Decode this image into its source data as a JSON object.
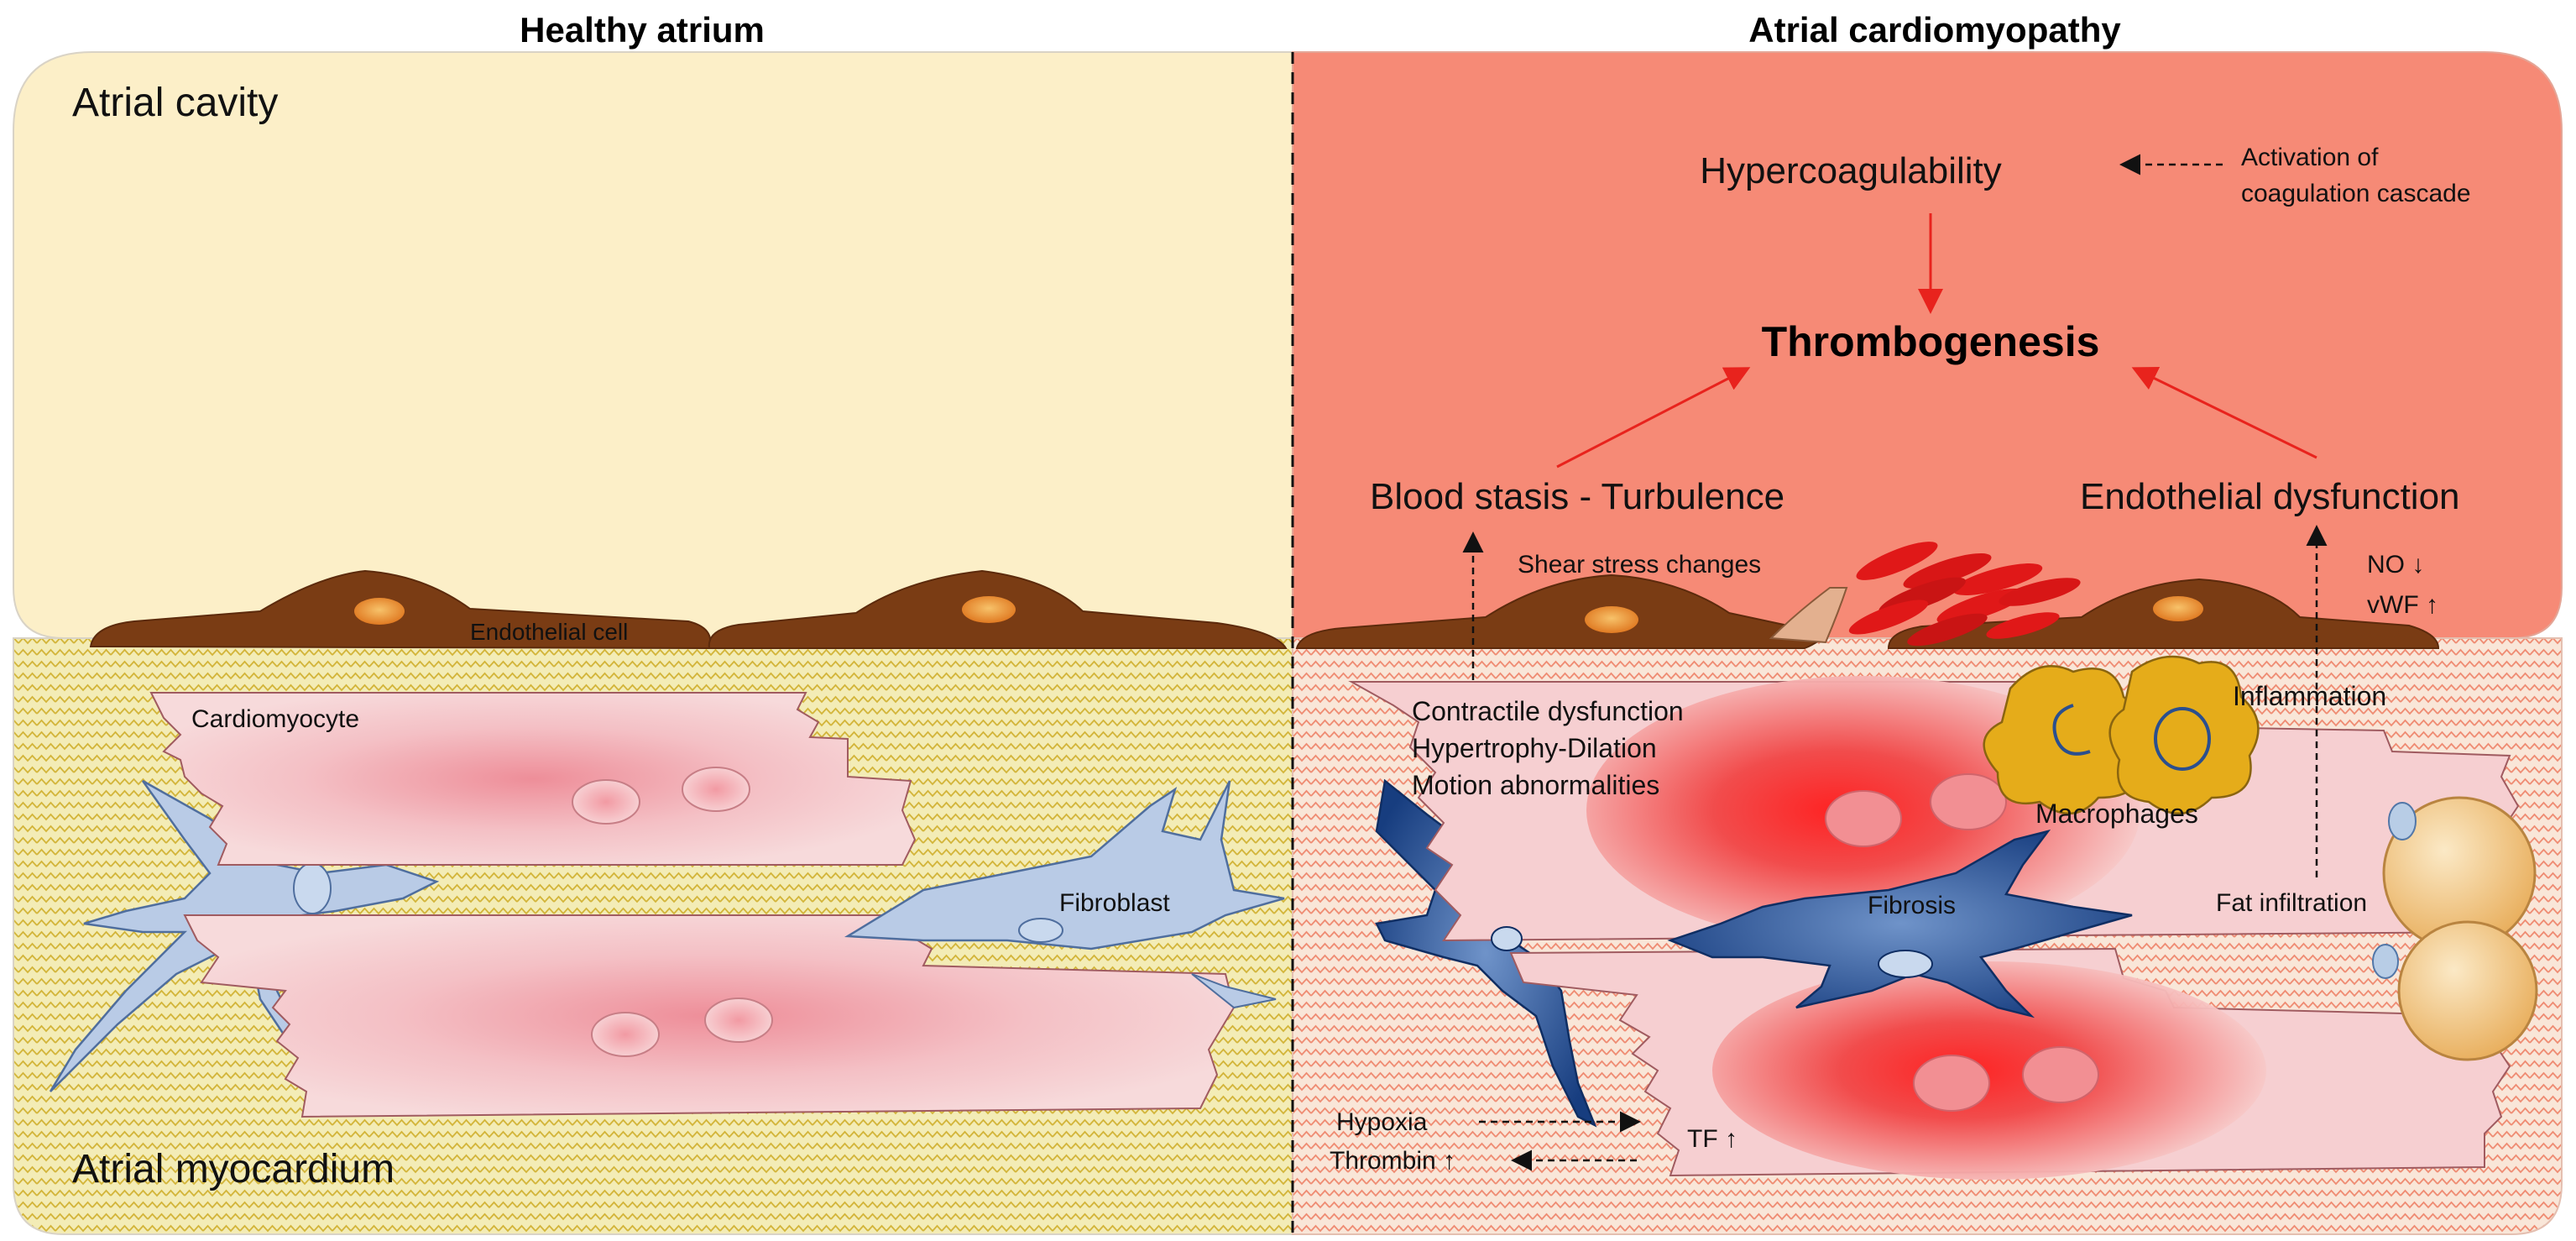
{
  "headers": {
    "left": "Healthy atrium",
    "right": "Atrial cardiomyopathy"
  },
  "regions": {
    "cavity": "Atrial cavity",
    "myocardium": "Atrial myocardium"
  },
  "healthy": {
    "endothelial": "Endothelial cell",
    "cardiomyocyte": "Cardiomyocyte",
    "fibroblast": "Fibroblast"
  },
  "disease": {
    "hypercoagulability": "Hypercoagulability",
    "activation_line1": "Activation of",
    "activation_line2": "coagulation cascade",
    "thrombogenesis": "Thrombogenesis",
    "stasis": "Blood stasis - Turbulence",
    "endo_dysfunction": "Endothelial dysfunction",
    "shear": "Shear stress changes",
    "no": "NO ↓",
    "vwf": "vWF ↑",
    "contractile": "Contractile dysfunction",
    "hypertrophy": "Hypertrophy-Dilation",
    "motion": "Motion abnormalities",
    "inflammation": "Inflammation",
    "macrophages": "Macrophages",
    "fibrosis": "Fibrosis",
    "fat": "Fat infiltration",
    "hypoxia": "Hypoxia",
    "thrombin": "Thrombin ↑",
    "tf": "TF ↑"
  },
  "colors": {
    "healthy_cavity": "#fcefc8",
    "disease_cavity": "#f68a76",
    "healthy_myocardium": "#f3ecb6",
    "disease_myocardium": "#f7e4d4",
    "endothelial": "#7a3c14",
    "cardiomyocyte": "#f3c5c9",
    "fibroblast_healthy": "#b9cbe6",
    "fibroblast_disease": "#1f4f97",
    "macrophage": "#e5ac1a",
    "fat_cell": "#f4cf94",
    "arrow_red": "#e8231d",
    "thrombus_red": "#e01818"
  }
}
